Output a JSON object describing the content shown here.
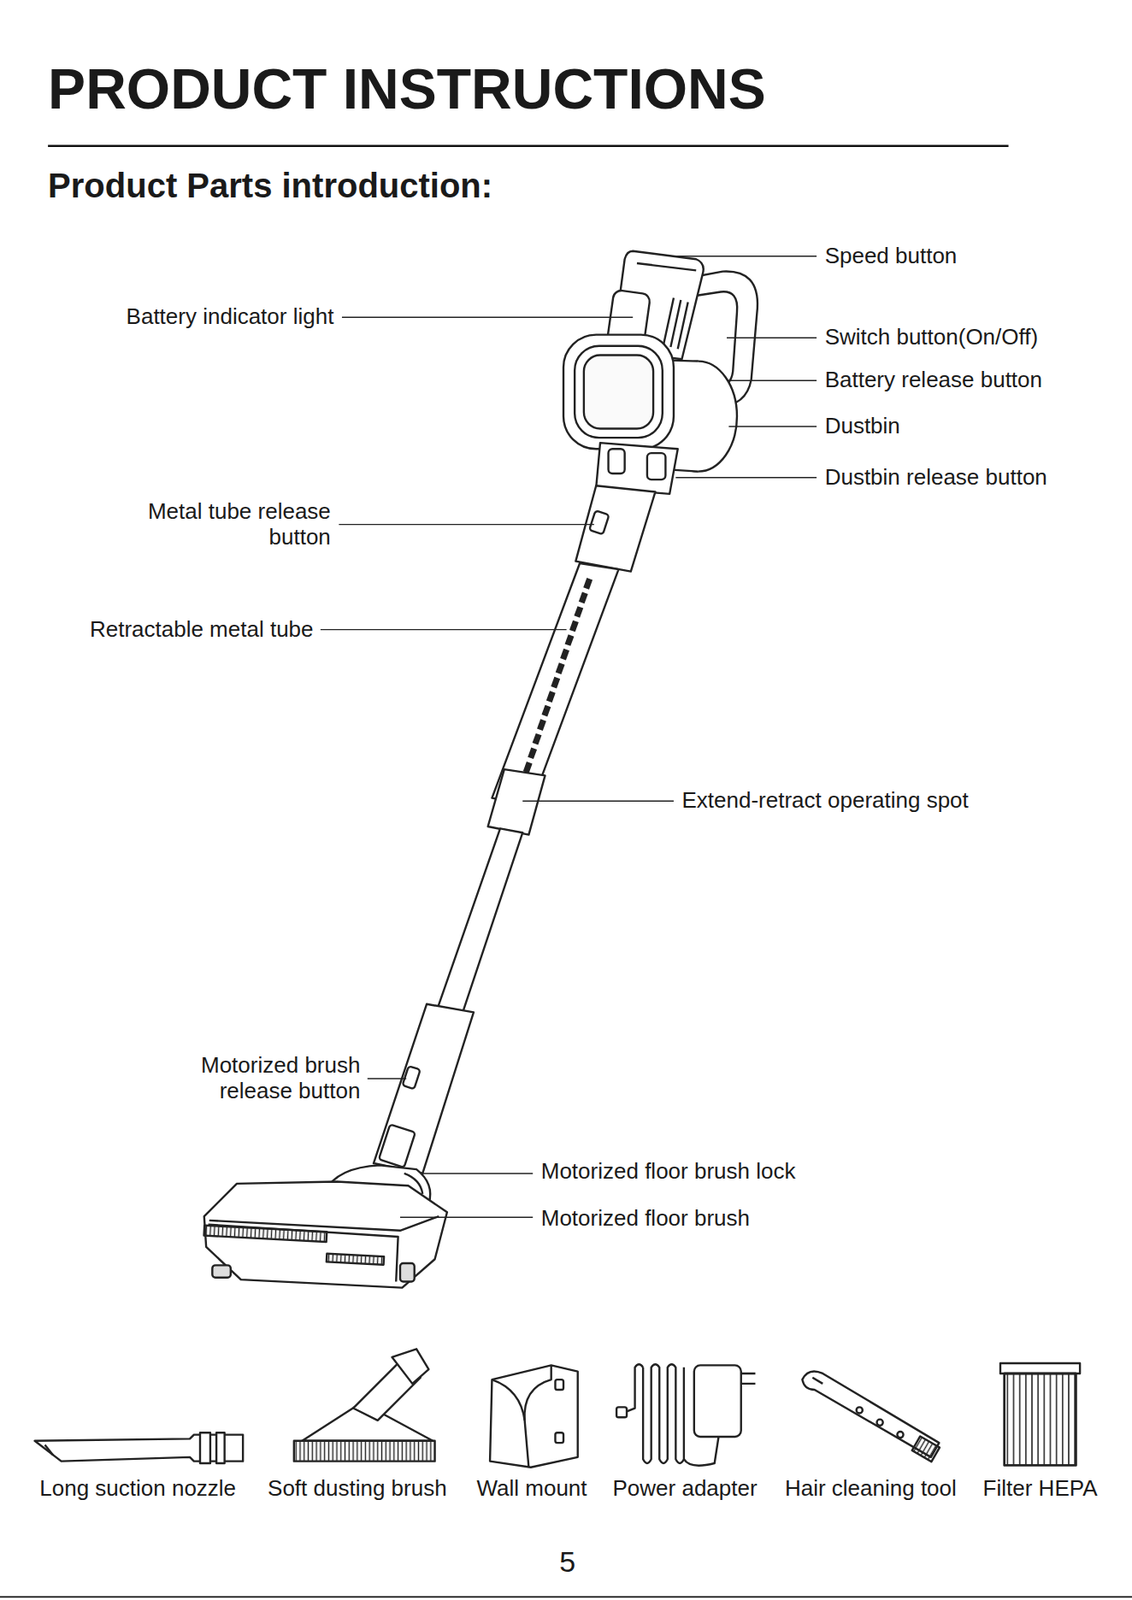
{
  "diagram": {
    "title": "PRODUCT INSTRUCTIONS",
    "labels": [
      "Product Parts introduction:",
      "Speed button",
      "Battery indicator light",
      "Switch button(On/Off)",
      "Battery release button",
      "Dustbin",
      "Dustbin release button",
      "Metal tube release button",
      "Retractable metal tube",
      "Extend-retract operating spot",
      "Motorized brush release button",
      "Motorized floor brush lock",
      "Motorized floor brush",
      "Long suction nozzle",
      "Soft dusting brush",
      "Wall mount",
      "Power adapter",
      "Hair cleaning tool",
      "Filter HEPA",
      "5"
    ]
  }
}
